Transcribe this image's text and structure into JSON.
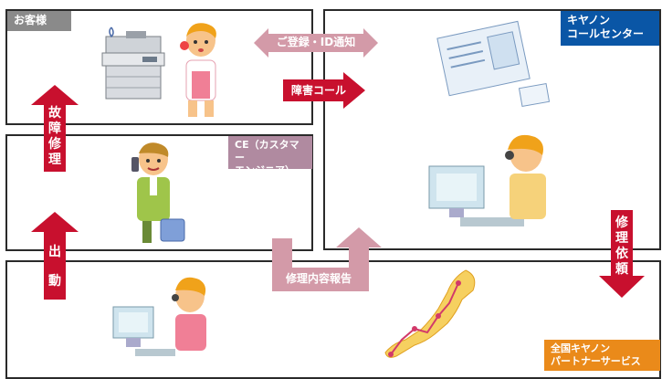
{
  "customer": {
    "label": "お客様"
  },
  "call_center": {
    "label_line1": "キヤノン",
    "label_line2": "コールセンター"
  },
  "engineer": {
    "label_line1": "CE（カスタマー",
    "label_line2": "エンジニア）"
  },
  "partner": {
    "label_line1": "全国キヤノン",
    "label_line2": "パートナーサービス"
  },
  "arrows": {
    "registration": "ご登録・ID通知",
    "fault_call": "障害コール",
    "repair": {
      "c1": "故",
      "c2": "障",
      "c3": "修",
      "c4": "理"
    },
    "dispatch": {
      "c1": "出",
      "c2": "動"
    },
    "report": "修理内容報告",
    "repair_request": {
      "c1": "修",
      "c2": "理",
      "c3": "依",
      "c4": "頼"
    }
  },
  "colors": {
    "customer_tag": "#8a8a8a",
    "call_center_tag": "#0a56a6",
    "engineer_tag": "#b08aa0",
    "partner_tag": "#ea8a1a",
    "red_arrow": "#c8102e",
    "pink_arrow": "#d39aa8"
  },
  "icons": [
    "copier-icon",
    "worried-customer-icon",
    "engineer-phone-icon",
    "operator-computer-icon",
    "form-document-icon",
    "operator-desk-icon",
    "japan-map-icon"
  ]
}
